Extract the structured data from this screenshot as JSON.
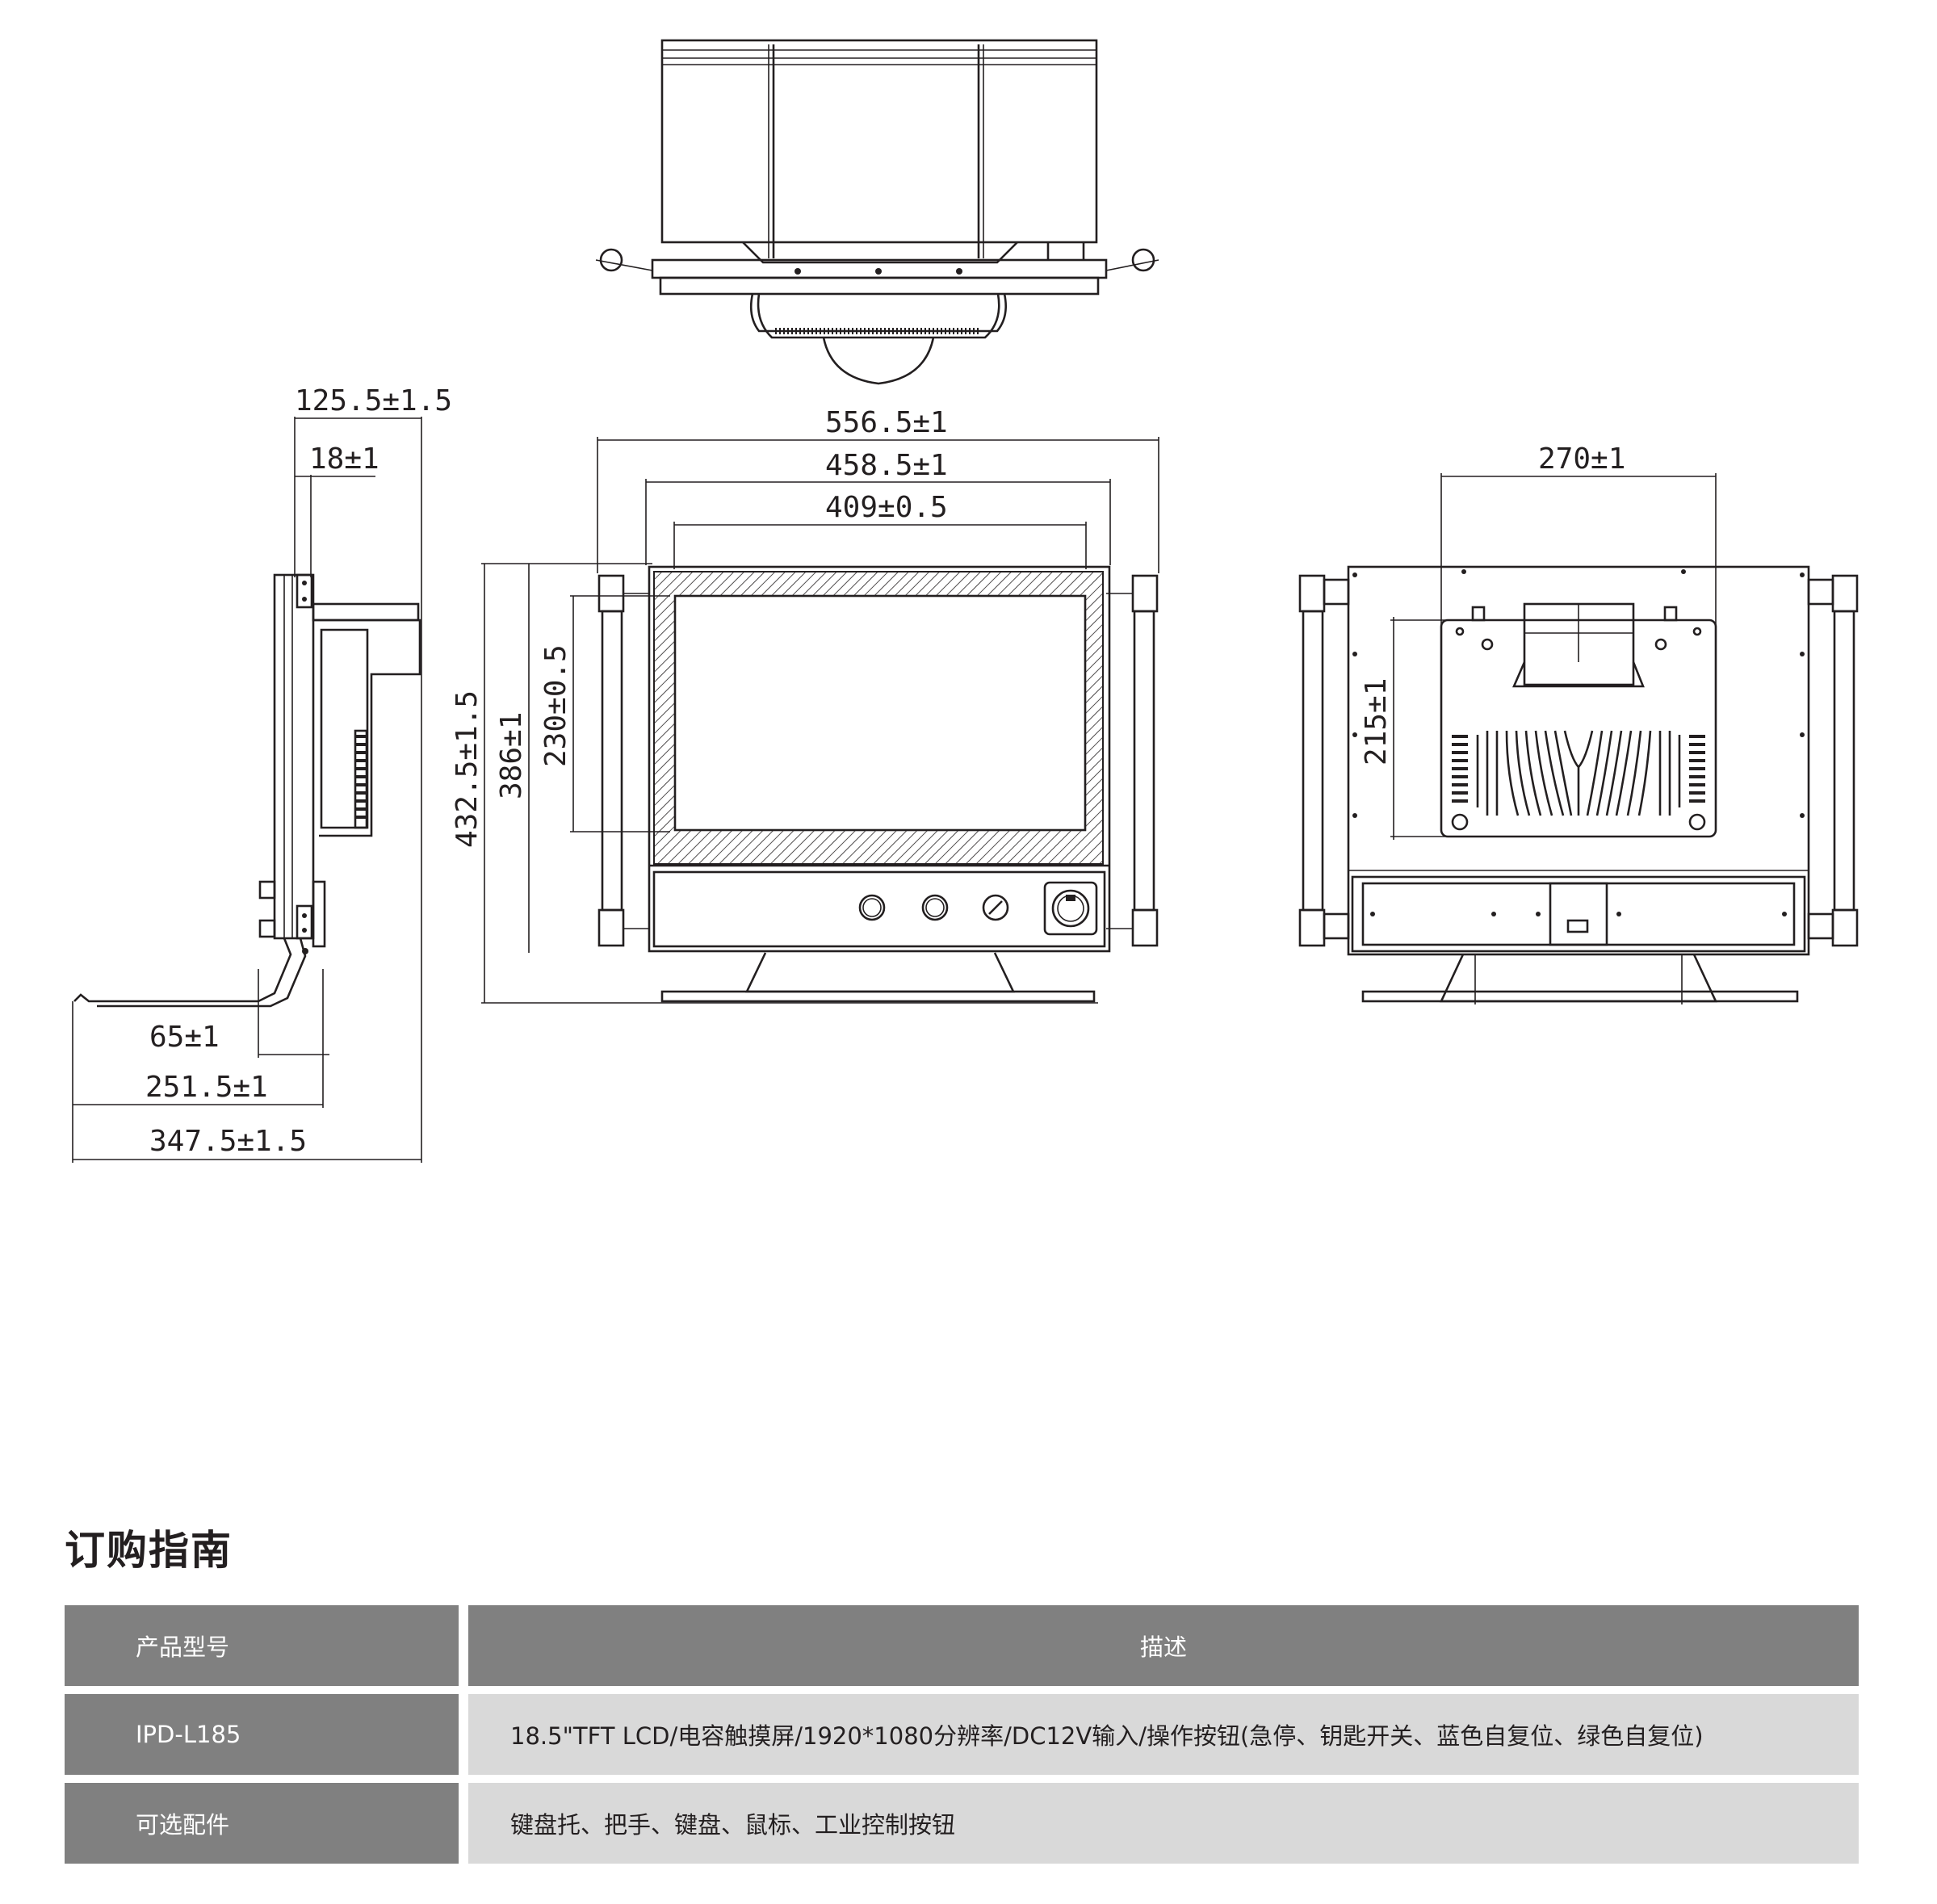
{
  "dimensions": {
    "side_depth_total": "125.5±1.5",
    "side_bezel": "18±1",
    "side_tray_65": "65±1",
    "side_tray_251": "251.5±1",
    "side_tray_total": "347.5±1.5",
    "front_width_total": "556.5±1",
    "front_width_panel": "458.5±1",
    "front_width_screen": "409±0.5",
    "front_height_total": "432.5±1.5",
    "front_height_panel": "386±1",
    "front_height_screen": "230±0.5",
    "rear_width_mount": "270±1",
    "rear_height_mount": "215±1"
  },
  "order": {
    "title": "订购指南",
    "header": {
      "model": "产品型号",
      "description": "描述"
    },
    "rows": [
      {
        "model": "IPD-L185",
        "description": "18.5\"TFT LCD/电容触摸屏/1920*1080分辨率/DC12V输入/操作按钮(急停、钥匙开关、蓝色自复位、绿色自复位)"
      },
      {
        "model": "可选配件",
        "description": "键盘托、把手、键盘、鼠标、工业控制按钮"
      }
    ]
  }
}
